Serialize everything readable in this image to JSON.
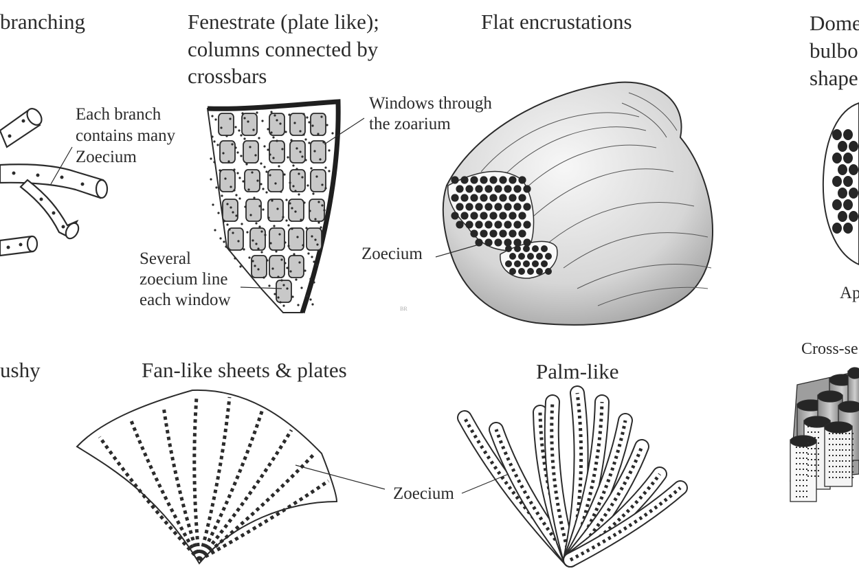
{
  "titles": {
    "branching": "branching",
    "fenestrate": [
      "Fenestrate (plate like);",
      "columns connected by",
      "crossbars"
    ],
    "flat": "Flat encrustations",
    "dome": [
      "Dome",
      "bulbo",
      "shape"
    ],
    "bushy": "ushy",
    "fan": "Fan-like sheets & plates",
    "palm": "Palm-like",
    "cross": "Cross-se"
  },
  "labels": {
    "branch_note": [
      "Each branch",
      "contains many",
      "Zoecium"
    ],
    "windows_note": [
      "Windows through",
      "the zoarium"
    ],
    "several_note": [
      "Several",
      "zoecium line",
      "each window"
    ],
    "zoecium_flat": "Zoecium",
    "zoecium_fan": "Zoecium",
    "dome_caption": "Ap",
    "watermark": "BR"
  },
  "colors": {
    "ink": "#2b2b2b",
    "window_fill": "#c8c8c8",
    "zooid_dark": "#262626",
    "shell_light": "#f4f4f4",
    "shell_dark": "#9a9a9a"
  }
}
